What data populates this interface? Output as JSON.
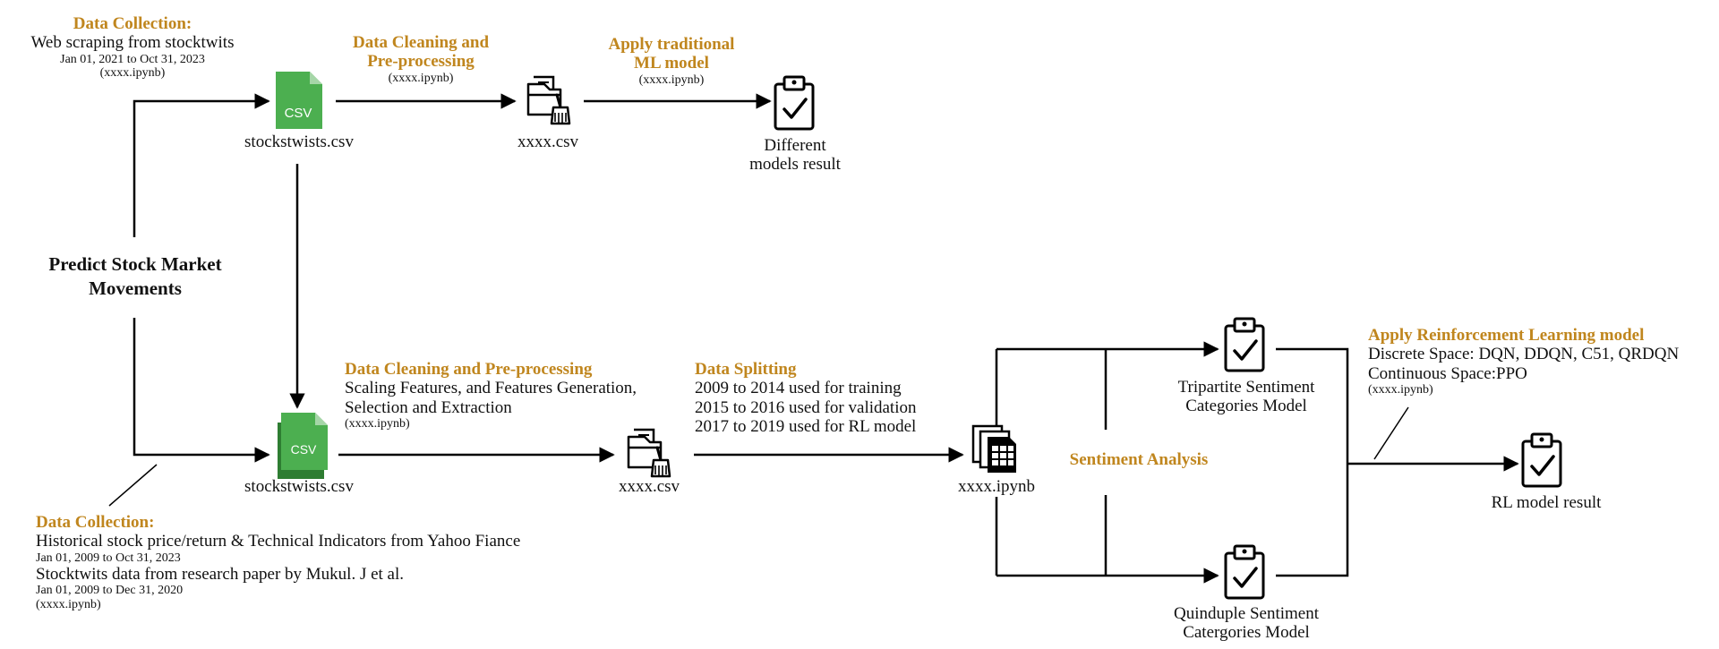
{
  "title": "Predict Stock Market Movements",
  "top_flow": {
    "collection_heading": "Data Collection:",
    "collection_text": "Web scraping from stocktwits",
    "collection_dates": "Jan 01, 2021 to Oct 31, 2023",
    "collection_notebook": "(xxxx.ipynb)",
    "csv_name": "stockstwists.csv",
    "cleaning_heading": [
      "Data Cleaning and",
      "Pre-processing"
    ],
    "cleaning_notebook": "(xxxx.ipynb)",
    "clean_csv": "xxxx.csv",
    "ml_heading": [
      "Apply traditional",
      "ML model"
    ],
    "ml_notebook": "(xxxx.ipynb)",
    "result_label": [
      "Different",
      "models result"
    ]
  },
  "bottom_flow": {
    "collection_heading": "Data Collection:",
    "collection_lines": [
      "Historical stock price/return & Technical Indicators from Yahoo Fiance",
      "Stocktwits data from research paper by Mukul. J et al."
    ],
    "collection_dates": [
      "Jan 01, 2009 to Oct 31, 2023",
      "Jan 01, 2009 to Dec 31, 2020"
    ],
    "collection_notebook": "(xxxx.ipynb)",
    "csv_name": "stockstwists.csv",
    "cleaning_heading": "Data Cleaning and Pre-processing",
    "cleaning_lines": [
      "Scaling Features, and Features Generation,",
      "Selection and Extraction"
    ],
    "cleaning_notebook": "(xxxx.ipynb)",
    "clean_csv": "xxxx.csv",
    "splitting_heading": "Data Splitting",
    "splitting_lines": [
      "2009 to 2014 used for training",
      "2015 to 2016 used for validation",
      "2017 to 2019 used for RL model"
    ],
    "notebook_label": "xxxx.ipynb",
    "sentiment_heading": "Sentiment Analysis",
    "tripartite_label": [
      "Tripartite Sentiment",
      "Categories Model"
    ],
    "quinduple_label": [
      "Quinduple Sentiment",
      "Catergories Model"
    ],
    "rl_heading": "Apply Reinforcement Learning model",
    "rl_lines": [
      "Discrete Space: DQN, DDQN, C51, QRDQN",
      "Continuous Space:PPO"
    ],
    "rl_notebook": "(xxxx.ipynb)",
    "rl_result": "RL model result"
  },
  "icons": {
    "csv_file": "csv-file-icon",
    "csv_file_stack": "csv-file-stack-icon",
    "folder_clean": "folder-cleaning-icon",
    "clipboard_check": "clipboard-check-icon",
    "spreadsheet_docs": "spreadsheet-documents-icon"
  },
  "colors": {
    "accent": "#C0861E",
    "csv_green": "#4CAF50",
    "csv_green_dark": "#2E7D32",
    "stroke": "#000000"
  },
  "csv_badge": "CSV"
}
